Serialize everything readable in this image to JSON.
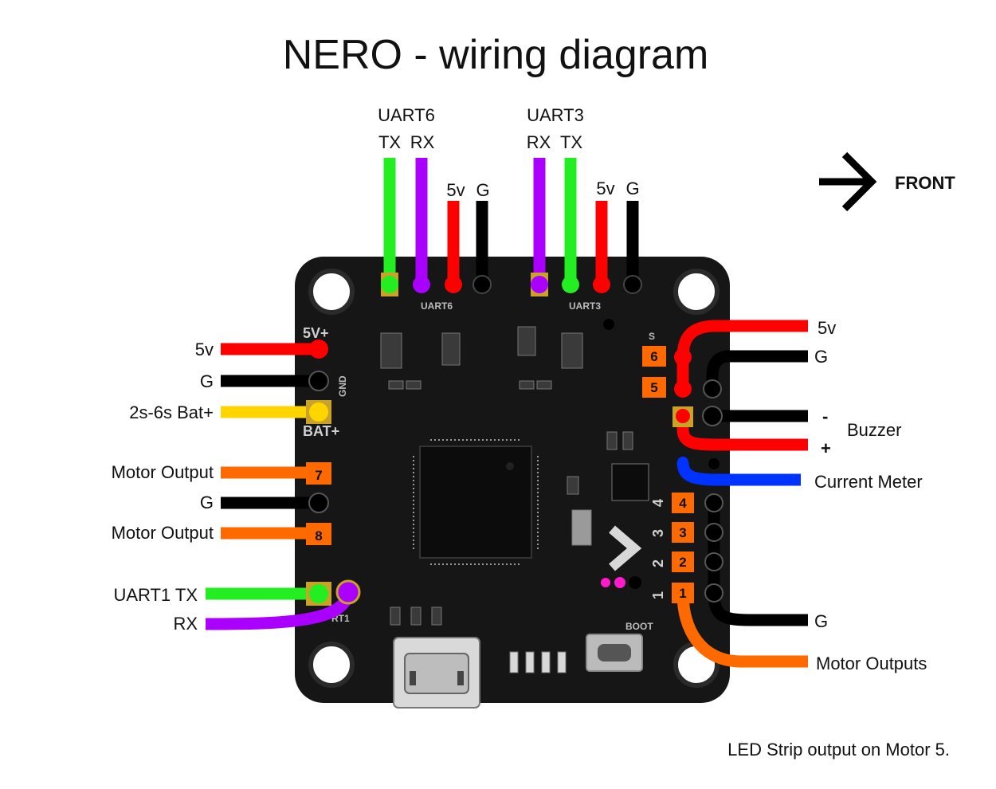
{
  "title": "NERO - wiring diagram",
  "front_label": "FRONT",
  "top_left_header": {
    "port": "UART6",
    "pins": [
      "TX",
      "RX",
      "5v",
      "G"
    ],
    "silk": "UART6"
  },
  "top_right_header": {
    "port": "UART3",
    "pins": [
      "RX",
      "TX",
      "5v",
      "G"
    ],
    "silk": "UART3"
  },
  "left_labels": {
    "v5": "5v",
    "g1": "G",
    "bat": "2s-6s Bat+",
    "motor7": "Motor Output",
    "g2": "G",
    "motor8": "Motor Output",
    "uart1_tx": "UART1 TX",
    "uart1_rx": "RX"
  },
  "right_labels": {
    "v5": "5v",
    "g": "G",
    "minus": "-",
    "plus": "+",
    "buzzer": "Buzzer",
    "current_meter": "Current Meter",
    "g_motors": "G",
    "motor_outputs": "Motor Outputs"
  },
  "pad_numbers": {
    "m1": "1",
    "m2": "2",
    "m3": "3",
    "m4": "4",
    "m5": "5",
    "m6": "6",
    "m7": "7",
    "m8": "8"
  },
  "silkscreen": {
    "v5plus": "5V+",
    "gnd": "GND",
    "batplus": "BAT+",
    "boot": "BOOT",
    "s": "S",
    "n1": "1",
    "n2": "2",
    "n3": "3",
    "n4": "4",
    "uart1": "RT1"
  },
  "footnote": "LED Strip output on Motor 5.",
  "colors": {
    "tx": "#22ee22",
    "rx": "#aa00ff",
    "power": "#ff0000",
    "ground": "#000000",
    "battery": "#ffd500",
    "motor": "#ff6a00",
    "current": "#0033ff",
    "board": "#161616",
    "pad": "#c9a227"
  }
}
